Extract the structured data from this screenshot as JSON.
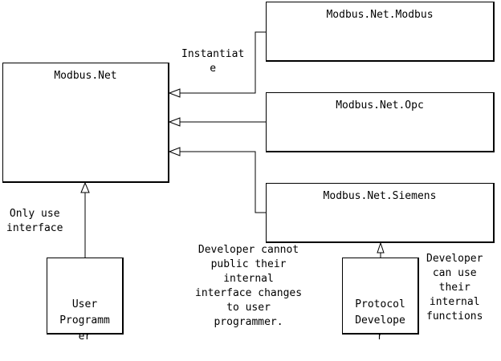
{
  "boxes": {
    "modbus_net": "Modbus.Net",
    "modbus_net_modbus": "Modbus.Net.Modbus",
    "modbus_net_opc": "Modbus.Net.Opc",
    "modbus_net_siemens": "Modbus.Net.Siemens",
    "user_programmer": "User\nProgramm\ner",
    "protocol_developer": "Protocol\nDevelope\nr"
  },
  "labels": {
    "instantiate": "Instantiat\ne",
    "only_use_interface": "Only use\ninterface",
    "developer_cannot": "Developer cannot\npublic their\ninternal\ninterface changes\nto user\nprogrammer.",
    "developer_can": "Developer\ncan use\ntheir\ninternal\nfunctions"
  }
}
